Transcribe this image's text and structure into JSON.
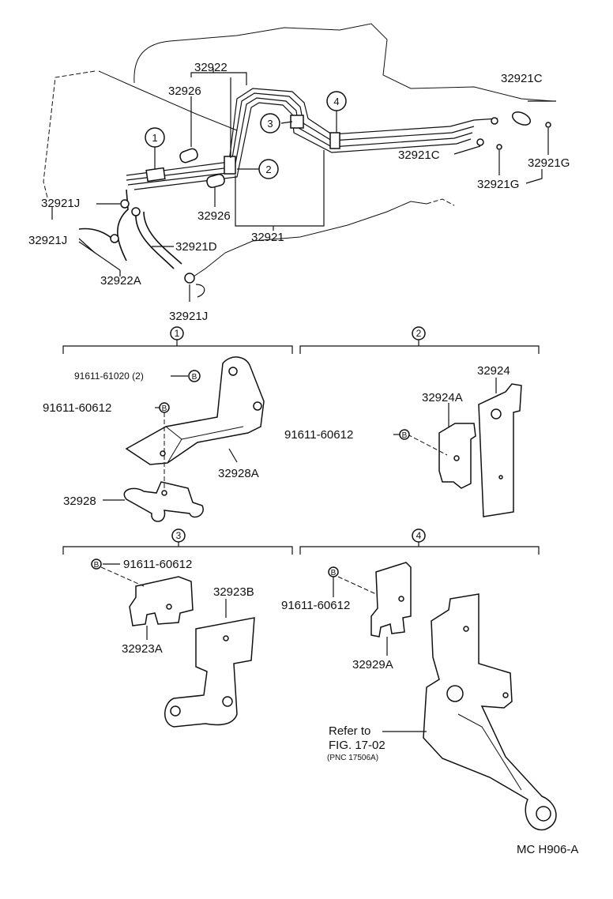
{
  "labels": {
    "p32922": "32922",
    "p32926_top": "32926",
    "p32921C_top": "32921C",
    "p32921C_mid": "32921C",
    "p32921G_right": "32921G",
    "p32921G_mid": "32921G",
    "p32921J_left": "32921J",
    "p32921J_left2": "32921J",
    "p32921D": "32921D",
    "p32926_mid": "32926",
    "p32921": "32921",
    "p32922A": "32922A",
    "p32921J_bottom": "32921J",
    "d1_bolt1": "91611-61020 (2)",
    "d1_bolt2": "91611-60612",
    "d1_32928A": "32928A",
    "d1_32928": "32928",
    "d2_32924": "32924",
    "d2_32924A": "32924A",
    "d2_bolt": "91611-60612",
    "d3_bolt": "91611-60612",
    "d3_32923B": "32923B",
    "d3_32923A": "32923A",
    "d4_bolt": "91611-60612",
    "d4_32929A": "32929A",
    "refer1": "Refer to",
    "refer2": "FIG. 17-02",
    "refer3": "(PNC 17506A)",
    "footer": "MC  H906-A"
  },
  "callouts": {
    "c1": "1",
    "c2": "2",
    "c3": "3",
    "c4": "4",
    "s1": "1",
    "s2": "2",
    "s3": "3",
    "s4": "4",
    "bolt": "B"
  }
}
